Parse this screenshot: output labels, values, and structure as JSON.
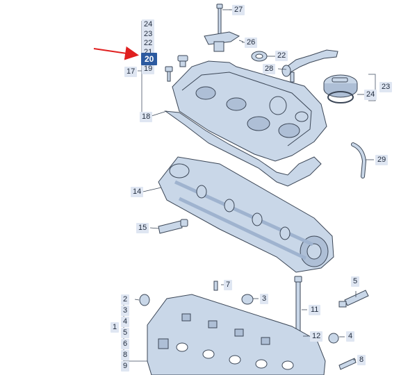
{
  "colors": {
    "part_fill": "#c9d7e8",
    "part_stroke": "#3b4656",
    "highlight_label": "#2c5aa0",
    "arrow": "#e02020",
    "label_bg": "#dfe6f2"
  },
  "callouts": {
    "c27": "27",
    "c24a": "24",
    "c23a": "23",
    "c22a": "22",
    "c21": "21",
    "c20": "20",
    "c19": "19",
    "c17": "17",
    "c26": "26",
    "c22b": "22",
    "c28": "28",
    "c23b": "23",
    "c24b": "24",
    "c18": "18",
    "c29": "29",
    "c14": "14",
    "c15": "15",
    "c7": "7",
    "c3": "3",
    "c5": "5",
    "c2": "2",
    "c11": "11",
    "c1": "1",
    "c3b": "3",
    "c4a": "4",
    "c5b": "5",
    "c6": "6",
    "c8a": "8",
    "c9": "9",
    "c12": "12",
    "c4b": "4",
    "c8b": "8"
  }
}
